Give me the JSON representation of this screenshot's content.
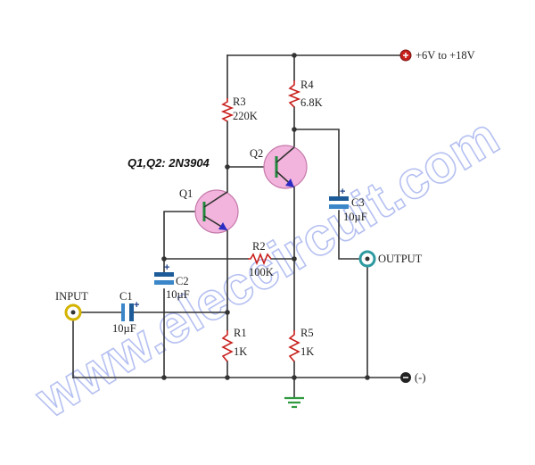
{
  "diagram": {
    "title": "Q1,Q2: 2N3904",
    "supply_label": "+6V to +18V",
    "ground_label": "(-)",
    "input_label": "INPUT",
    "output_label": "OUTPUT",
    "watermark": "www.eleccircuit.com",
    "components": {
      "r1": {
        "name": "R1",
        "value": "1K"
      },
      "r2": {
        "name": "R2",
        "value": "100K"
      },
      "r3": {
        "name": "R3",
        "value": "220K"
      },
      "r4": {
        "name": "R4",
        "value": "6.8K"
      },
      "r5": {
        "name": "R5",
        "value": "1K"
      },
      "c1": {
        "name": "C1",
        "value": "10µF"
      },
      "c2": {
        "name": "C2",
        "value": "10µF"
      },
      "c3": {
        "name": "C3",
        "value": "10µF"
      },
      "q1": {
        "name": "Q1"
      },
      "q2": {
        "name": "Q2"
      }
    },
    "colors": {
      "wire": "#333333",
      "resistor": "#c8201c",
      "transistor_fill": "#f2b3dc",
      "transistor_lead": "#1f8a3b",
      "emitter_arrow": "#2c2cc4",
      "capacitor": "#3a86c8",
      "ground": "#2e9a3e",
      "input_terminal": "#d4b400",
      "output_terminal": "#2e9aa0",
      "supply_terminal": "#c8201c"
    }
  }
}
